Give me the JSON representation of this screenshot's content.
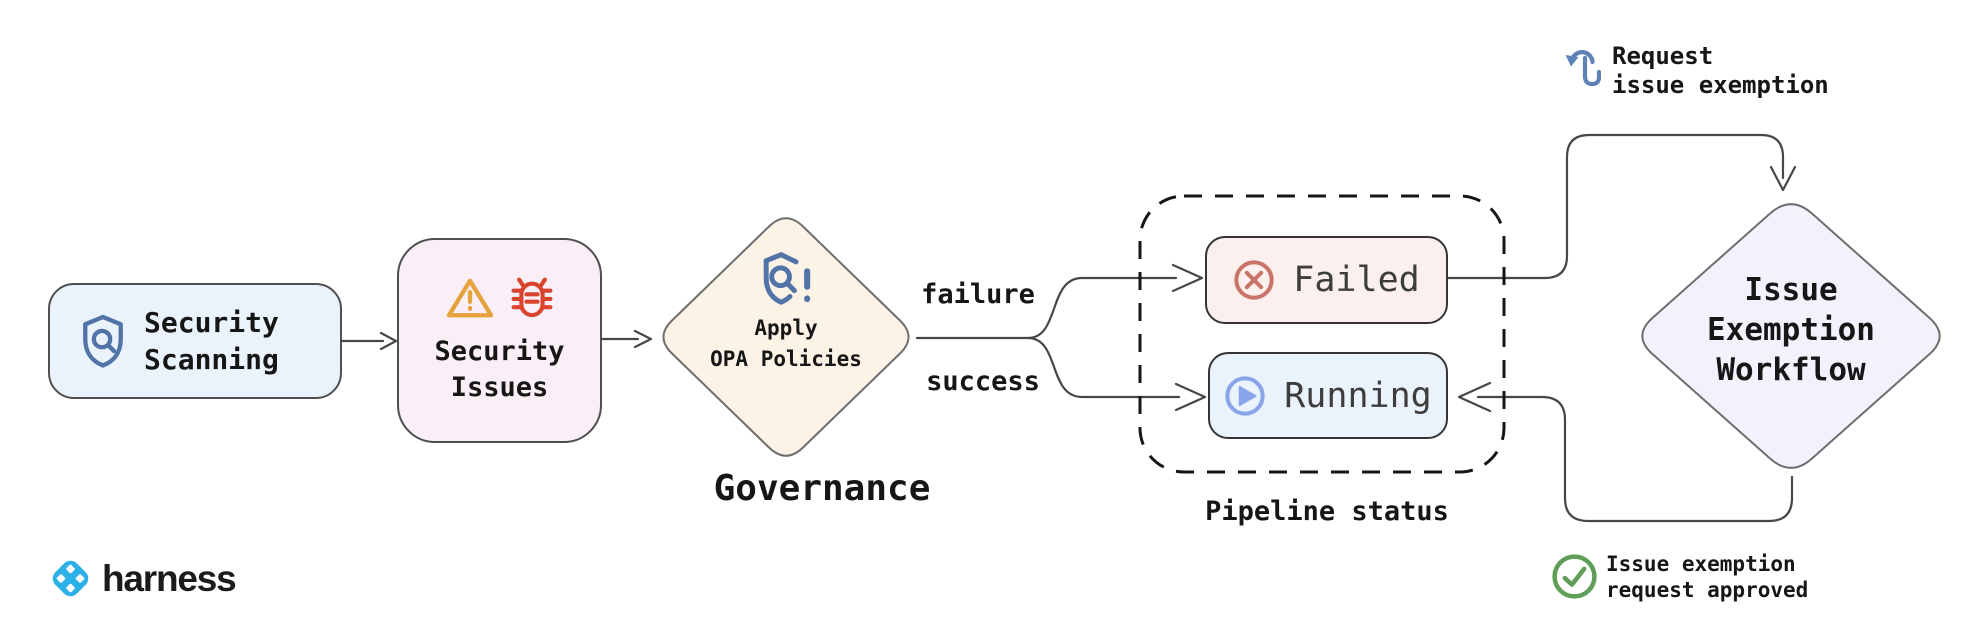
{
  "nodes": {
    "security_scanning": {
      "line1": "Security",
      "line2": "Scanning"
    },
    "security_issues": {
      "line1": "Security",
      "line2": "Issues"
    },
    "apply_opa": {
      "line1": "Apply",
      "line2": "OPA Policies"
    },
    "failed": {
      "label": "Failed"
    },
    "running": {
      "label": "Running"
    },
    "issue_exemption": {
      "line1": "Issue",
      "line2": "Exemption",
      "line3": "Workflow"
    }
  },
  "labels": {
    "governance": "Governance",
    "pipeline_status": "Pipeline status",
    "failure": "failure",
    "success": "success"
  },
  "notes": {
    "request": {
      "line1": "Request",
      "line2": "issue exemption"
    },
    "approved": {
      "line1": "Issue exemption",
      "line2": "request approved"
    }
  },
  "logo": {
    "text": "harness"
  },
  "icons": {
    "security_scanning": "shield-search-icon",
    "security_issues": [
      "warning-triangle-icon",
      "bug-icon"
    ],
    "apply_opa": "policy-shield-alert-icon",
    "failed": "circle-x-icon",
    "running": "play-circle-icon",
    "request": "tap-request-icon",
    "approved": "check-circle-icon",
    "logo": "harness-logo-icon"
  },
  "colors": {
    "node_blue_fill": "#eaf2fb",
    "node_pink_fill": "#faeff6",
    "node_red_fill": "#fbf0ed",
    "node_cream_fill": "#fcf3e6",
    "node_lavender_fill": "#f4f1fd",
    "shield_blue": "#5273a8",
    "warning_orange": "#e6a23c",
    "bug_red": "#d8442e",
    "failed_icon_red": "#ca7369",
    "running_icon_blue": "#8aa4ea",
    "check_green": "#5f9e56",
    "request_blue": "#5e82b8",
    "harness_blue": "#2cb0e8",
    "edge_gray": "#474747"
  }
}
